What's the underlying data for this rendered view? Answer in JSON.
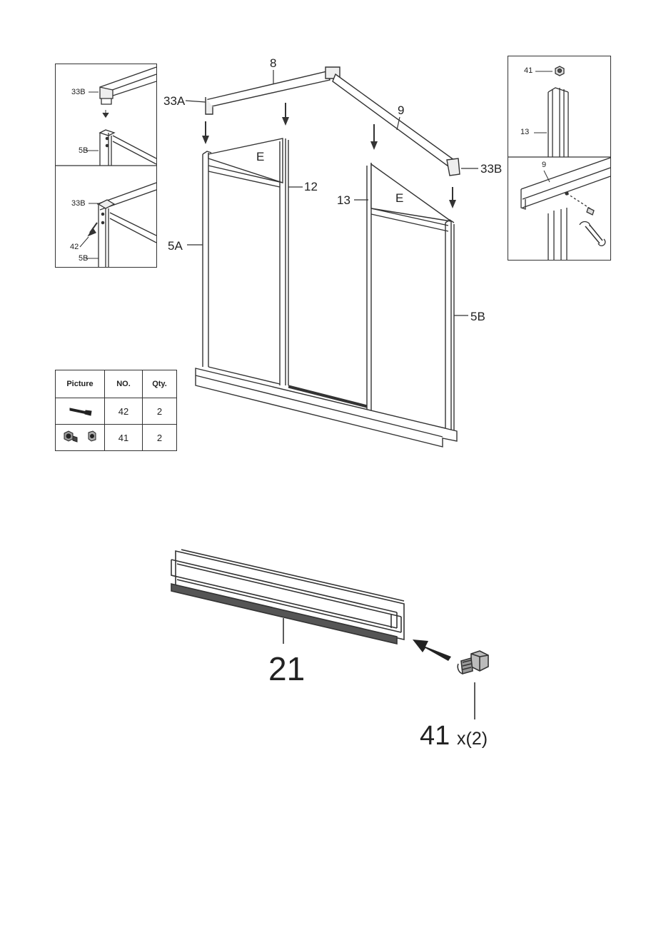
{
  "main_diagram": {
    "labels": {
      "part_8": "8",
      "part_9": "9",
      "part_33a": "33A",
      "part_33b": "33B",
      "part_12": "12",
      "part_13": "13",
      "part_5a": "5A",
      "part_5b": "5B",
      "panel_e_left": "E",
      "panel_e_right": "E"
    }
  },
  "detail_left": {
    "top": {
      "label_33b": "33B",
      "label_5b": "5B"
    },
    "bottom": {
      "label_33b": "33B",
      "label_42": "42",
      "label_5b": "5B"
    }
  },
  "detail_right": {
    "label_41": "41",
    "label_13": "13",
    "label_9": "9"
  },
  "parts_table": {
    "headers": {
      "picture": "Picture",
      "no": "NO.",
      "qty": "Qty."
    },
    "rows": [
      {
        "icon": "bolt-icon",
        "no": "42",
        "qty": "2"
      },
      {
        "icon": "nut-icon",
        "no": "41",
        "qty": "2"
      }
    ]
  },
  "step2": {
    "part_label": "21",
    "bolt_label": "41",
    "bolt_qty": "x(2)"
  }
}
